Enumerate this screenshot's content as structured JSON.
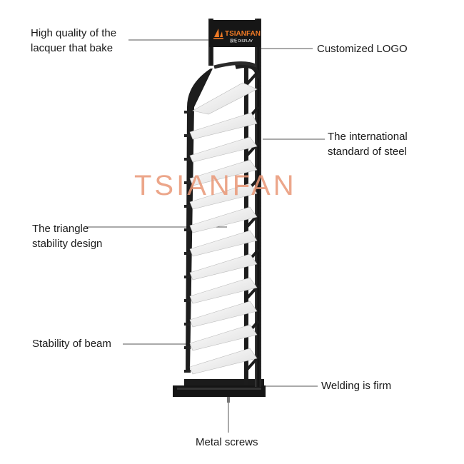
{
  "watermark": "TSIANFAN",
  "logo": {
    "brand": "TSIANFAN",
    "sub": "展柜 DISPLAY",
    "brand_color": "#f07a25"
  },
  "callouts": {
    "lacquer": [
      "High quality of the",
      "lacquer that bake"
    ],
    "logo": [
      "Customized LOGO"
    ],
    "steel": [
      "The international",
      "standard of steel"
    ],
    "triangle": [
      "The triangle",
      "stability design"
    ],
    "beam": [
      "Stability of beam"
    ],
    "welding": [
      "Welding is firm"
    ],
    "screws": [
      "Metal screws"
    ]
  },
  "colors": {
    "frame": "#1f1f1f",
    "panel": "#f2f2f2",
    "watermark": "#e99676"
  }
}
